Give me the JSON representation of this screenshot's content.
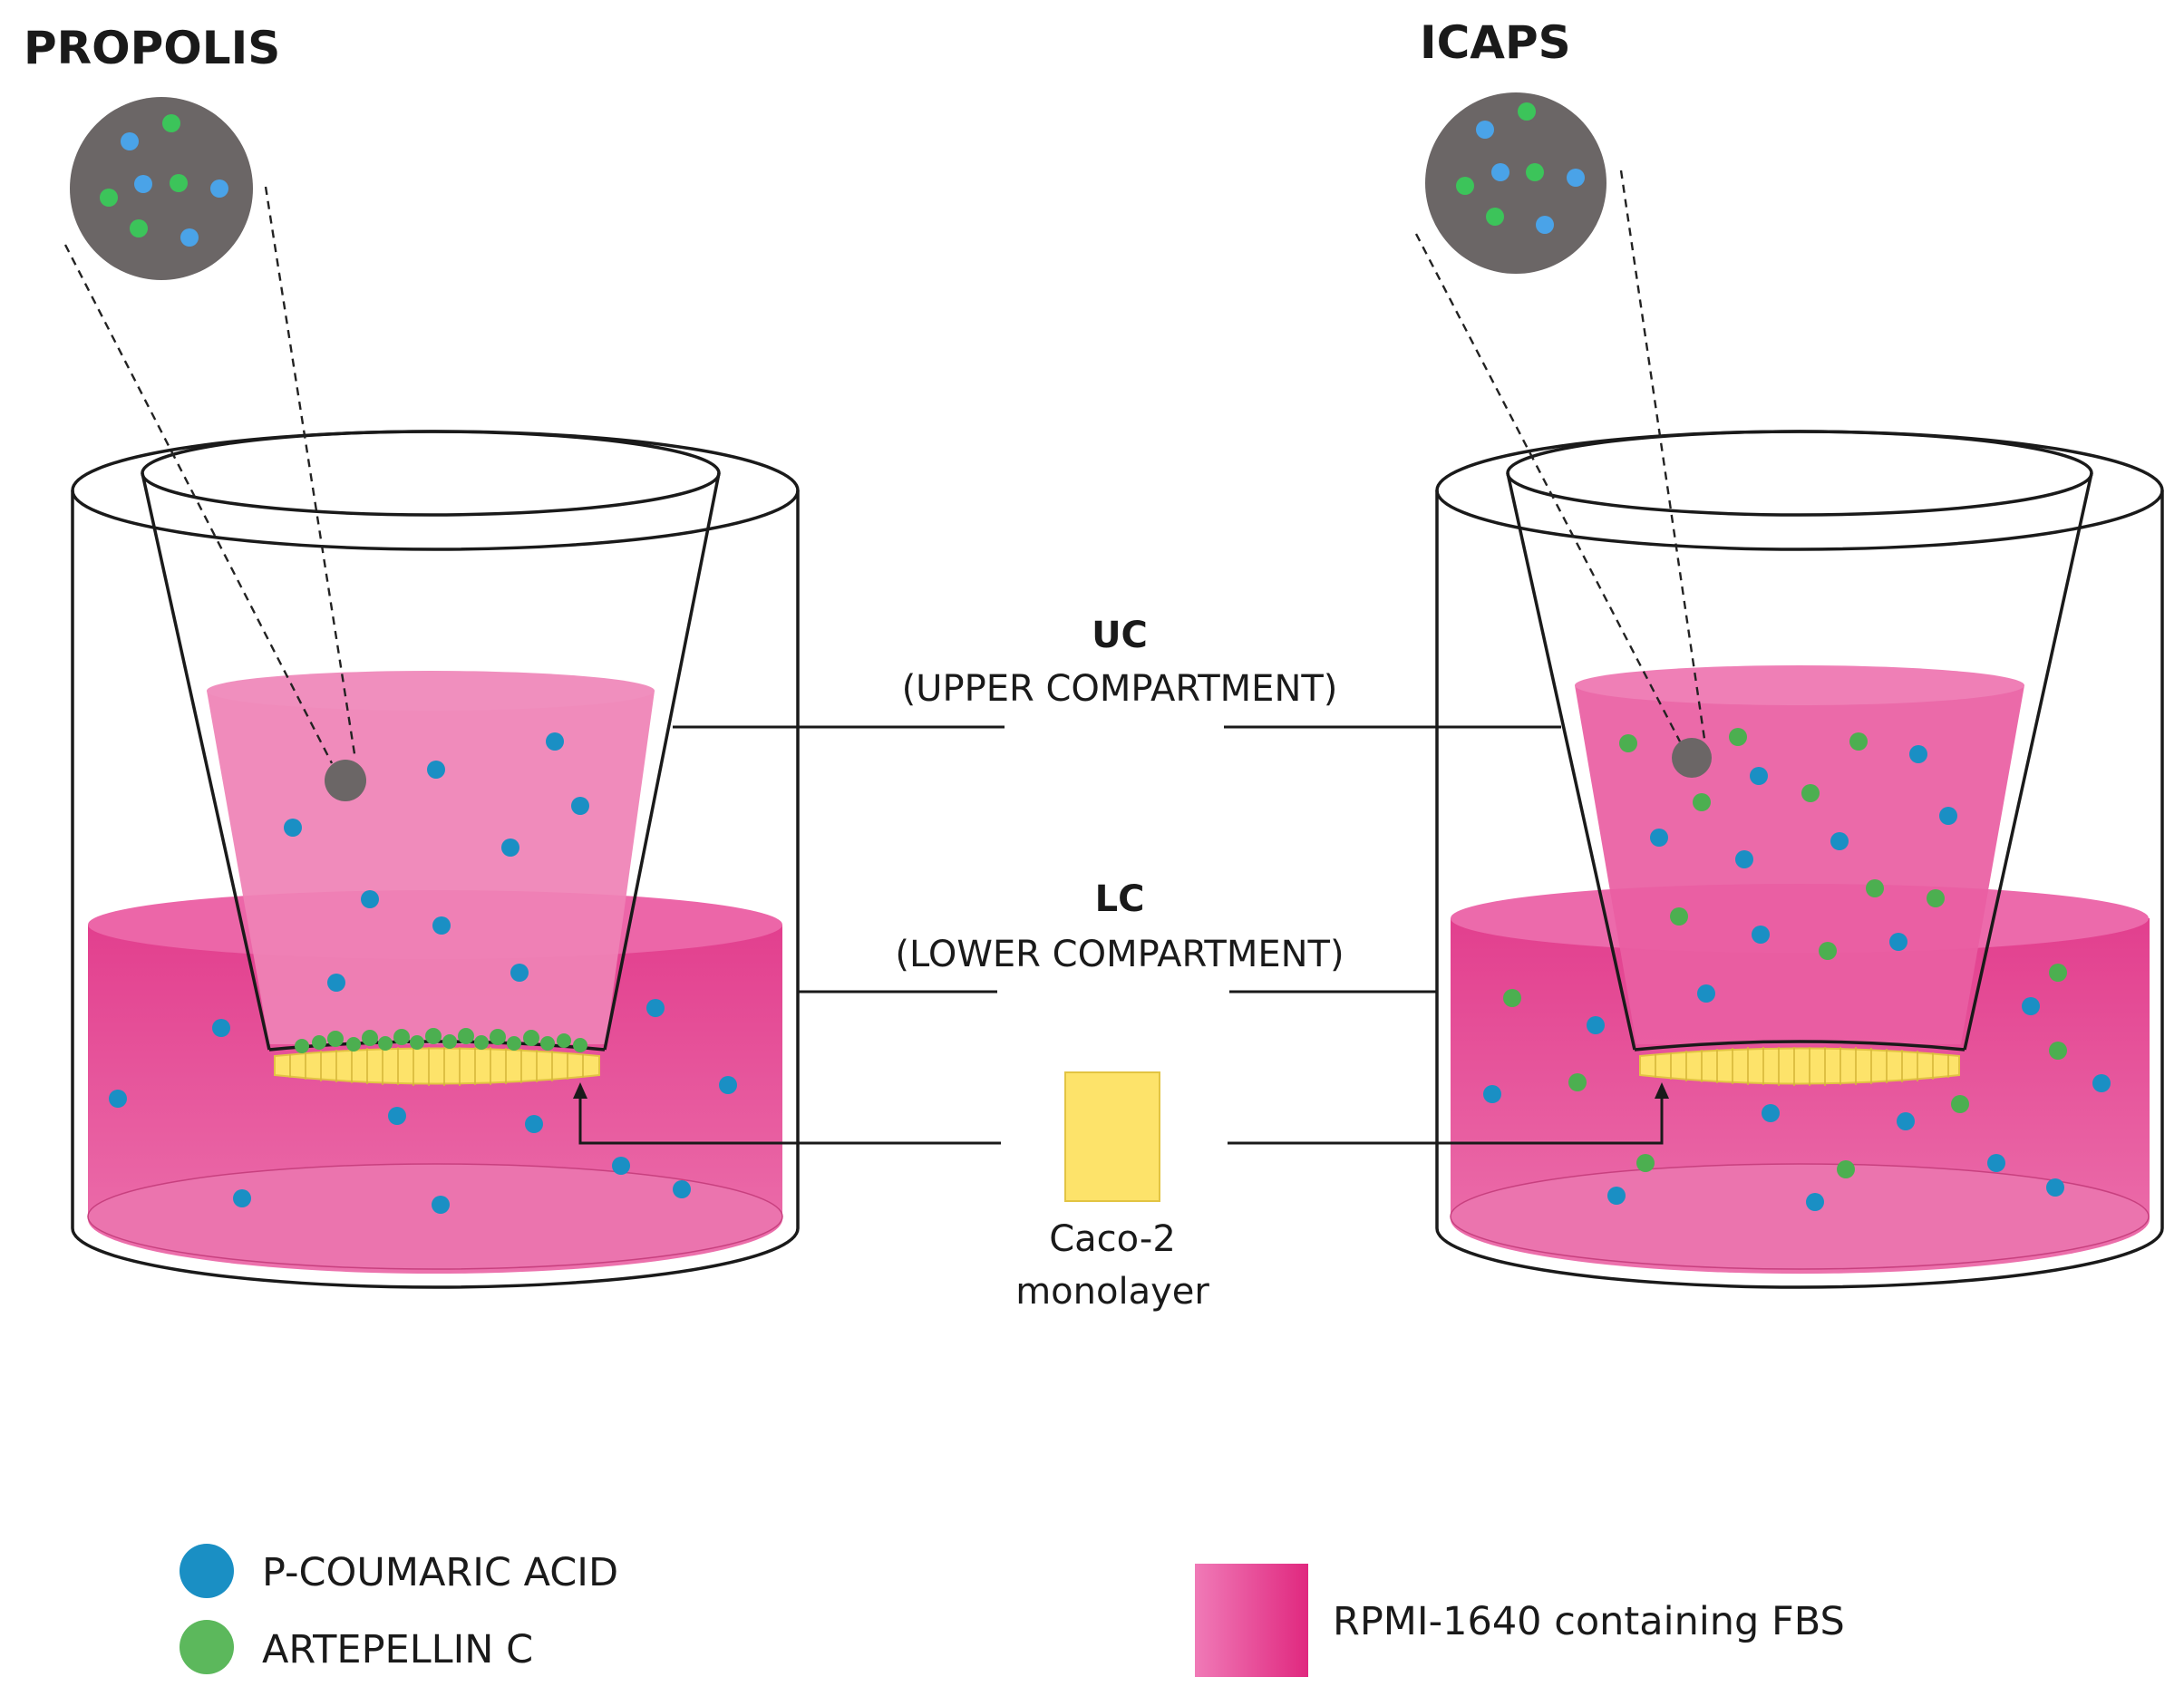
{
  "titles": {
    "left": "PROPOLIS",
    "right": "ICAPS"
  },
  "labels": {
    "uc_abbr": "UC",
    "uc_full": "(UPPER COMPARTMENT)",
    "lc_abbr": "LC",
    "lc_full": "(LOWER COMPARTMENT)",
    "monolayer_line1": "Caco-2",
    "monolayer_line2": "monolayer"
  },
  "legend": {
    "p_coumaric": "P-COUMARIC ACID",
    "artepellin": "ARTEPELLIN C",
    "medium": "RPMI-1640 containing FBS"
  },
  "colors": {
    "p_coumaric_acid": "#1a8fc4",
    "artepellin_c": "#4caf50",
    "medium_pink": "#e8509a",
    "monolayer_yellow": "#fde36a",
    "particle_gray": "#6b6666",
    "zoom_blue": "#4aa3e8",
    "zoom_green": "#3cc45a"
  }
}
